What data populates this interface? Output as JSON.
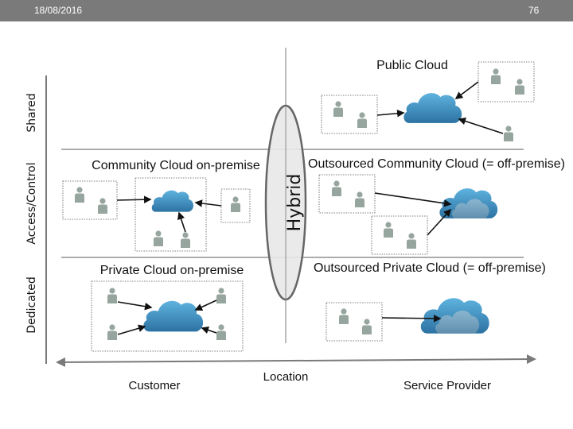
{
  "header": {
    "date": "18/08/2016",
    "page_number": "76"
  },
  "axes": {
    "y_label_top": "Shared",
    "y_label_middle": "Access/Control",
    "y_label_bottom": "Dedicated",
    "x_label_left": "Customer",
    "x_label_center": "Location",
    "x_label_right": "Service Provider"
  },
  "hybrid_label": "Hybrid",
  "quadrants": {
    "public": {
      "title": "Public Cloud"
    },
    "community_on_premise": {
      "title": "Community Cloud on-premise"
    },
    "outsourced_community": {
      "title": "Outsourced Community Cloud (= off-premise)"
    },
    "private_on_premise": {
      "title": "Private Cloud on-premise"
    },
    "outsourced_private": {
      "title": "Outsourced Private Cloud (= off-premise)"
    }
  },
  "icons": {
    "cloud": "cloud-icon",
    "user": "person-icon"
  },
  "colors": {
    "header_bg": "#7a7a7a",
    "cloud_light": "#5aaedb",
    "cloud_dark": "#2f78a8",
    "inner_cloud": "#7fa9c3",
    "person": "#96a59e",
    "hybrid_fill": "#e8e8e8",
    "hybrid_stroke": "#666666",
    "axis": "#7a7a7a"
  }
}
